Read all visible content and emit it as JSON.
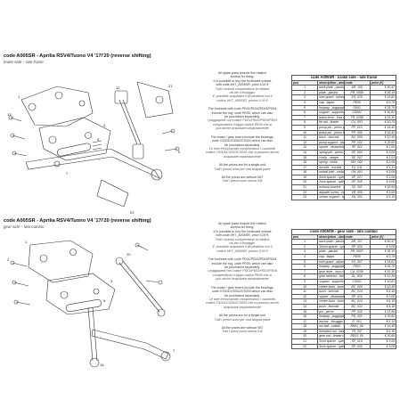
{
  "upper": {
    "title": "code A005SR - Aprilia RSV4/Tuono V4 '17/'20 (reverse shifting)",
    "subtitle": "brake side – late frame",
    "notes": [
      [
        "All spare parts include the relative",
        "screws for fixing.",
        "It is possible to buy the footboard screws",
        "with code #HT_A005SR, price 5,00 €",
        "Tutti i ricambi comprendono la relativa",
        "viti per il fissaggio.",
        "E' possibile acquistare il kit pedalina con il",
        "codice #HT_A005SR, prezzo 5,00 €"
      ],
      [
        "The footrests with code PD01/PD02/PD03/PD04",
        "include the rug, code PE05, which can also",
        "be purchased separately.",
        "I poggiapiedi con codice PD01/PD02/PD03/PD04",
        "comprendono il tappo codice PE05 che si",
        "può anche acquistare separatamente"
      ],
      [
        "The brake / gear levers include the bearings,",
        "code CS001/CS002/CS003 which can also",
        "be purchased separately.",
        "Le leve freno/cambio comprendono i cuscinetti",
        "codice CS001/CS002/CS003 che si possono anche",
        "acquistare separatamente"
      ],
      [
        "All the prices are for a single unit",
        "Tutti i prezzi sono per una singola parte"
      ],
      [
        "All the prices are without VAT",
        "Tutti i prezzi sono senza IVA"
      ]
    ],
    "table": {
      "title": "code A005SR - brake side - late frame",
      "headers": [
        "pos",
        "description - descrizione",
        "code",
        "price (€)"
      ],
      "rows": [
        [
          "1",
          "back plate - piastrina",
          "AR_108",
          "€ 50,47"
        ],
        [
          "2",
          "plate - piastra",
          "PR_0068",
          "€ 35,19"
        ],
        [
          "3",
          "heel guard - tallonera",
          "ES_029",
          "€ 15,82"
        ],
        [
          "4",
          "cap - tappo",
          "PE05",
          "€ 0,79"
        ],
        [
          "5",
          "footpeg - poggiapiedi",
          "PD01",
          "€ 25,76"
        ],
        [
          "6",
          "support - supporto",
          "CS002",
          "€ 10,81"
        ],
        [
          "7",
          "brake lever - leva freno",
          "FR_0398",
          "€ 51,30"
        ],
        [
          "8",
          "tie rod - tirante",
          "CU_003",
          "€ 10,75"
        ],
        [
          "9",
          "pump pin - perno pompa",
          "PP_010",
          "€ 14,42"
        ],
        [
          "10",
          "brake pin - perno freno",
          "PP_006",
          "€ 14,42"
        ],
        [
          "11",
          "bush - boccola",
          "BC_006",
          "€ 12,36"
        ],
        [
          "12",
          "pump support - portapompa",
          "PP_032",
          "€ 20,00"
        ],
        [
          "13",
          "spacer - distanziale",
          "SP_012",
          "€ 2,06"
        ],
        [
          "14",
          "spring pin - perno a molla",
          "SP_063",
          "€ 3,09"
        ],
        [
          "15",
          "circlip - seeger",
          "SE_007",
          "€ 1,03"
        ],
        [
          "16",
          "spring - molla",
          "MO_002",
          "€ 2,06"
        ],
        [
          "17",
          "forcella - forcella",
          "FO_011",
          "€ 5,15"
        ],
        [
          "18",
          "uniball joint - uniball",
          "UN_001",
          "€ 3,09"
        ],
        [
          "19",
          "5mm spacer - spessore 5mm",
          "SP_027",
          "€ 3,09"
        ],
        [
          "20",
          "3mm spacer - spessore 3mm",
          "SP_028",
          "€ 3,09"
        ],
        [
          "21",
          "exhaust bracket - staffa scarico",
          "SS_002",
          "€ 18,54"
        ],
        [
          "22",
          "adjuster screw - vite regolaz.",
          "VR_005",
          "€ 3,09"
        ],
        [
          "23",
          "sensor support - supporto",
          "SN_001",
          "€ 6,18"
        ]
      ]
    }
  },
  "lower": {
    "title": "code A005SR - Aprilia RSV4/Tuono V4 '17/'20 (reverse shifting)",
    "subtitle": "gear side – lato cambio",
    "notes": [
      [
        "All spare parts include the relative",
        "screws for fixing.",
        "It is possible to buy the footboard screws",
        "with code #HT_A005SR, price 5,00 €",
        "Tutti i ricambi comprendono la relativa",
        "viti per il fissaggio.",
        "E' possibile acquistare il kit pedalina con il",
        "codice #HT_A005SR, prezzo 5,00 €"
      ],
      [
        "The footrests with code PD01/PD02/PD03/PD04",
        "include the rug, code PE05, which can also",
        "be purchased separately.",
        "I poggiapiedi con codice PD01/PD02/PD03/PD04",
        "comprendono il tappo codice PE05 che si",
        "può anche acquistare separatamente"
      ],
      [
        "The brake / gear levers include the bearings,",
        "code CS001/CS002/CS003 which can also",
        "be purchased separately.",
        "Le leve freno/cambio comprendono i cuscinetti",
        "codice CS001/CS002/CS003 che si possono anche",
        "acquistare separatamente"
      ],
      [
        "All the prices are for a single unit",
        "Tutti i prezzi sono per una singola parte"
      ],
      [
        "All the prices are without VAT",
        "Tutti i prezzi sono senza IVA"
      ]
    ],
    "table": {
      "title": "code A005SR - gear side - lato cambio",
      "headers": [
        "pos",
        "description - descrizione",
        "code",
        "price (€)"
      ],
      "rows": [
        [
          "1",
          "back plate - piastrina",
          "AR_107",
          "€ 50,47"
        ],
        [
          "2",
          "10mm spacer - spessore 10mm",
          "SP_024",
          "€ 3,09"
        ],
        [
          "3",
          "plate - piastra",
          "PR_0067",
          "€ 35,19"
        ],
        [
          "4",
          "cap - tappo",
          "PE05",
          "€ 0,79"
        ],
        [
          "5",
          "heel guard - tallonera",
          "ES_007",
          "€ 15,82"
        ],
        [
          "6",
          "footpeg - poggiapiedi",
          "PD01",
          "€ 25,76"
        ],
        [
          "7",
          "gear lever - leva cambio",
          "CA_0299",
          "€ 51,30"
        ],
        [
          "8",
          "gear selector - selettore",
          "SL_004",
          "€ 12,36"
        ],
        [
          "9",
          "support - supporto",
          "CS002",
          "€ 10,81"
        ],
        [
          "10",
          "centre bush - boccola",
          "BC_005",
          "€ 12,36"
        ],
        [
          "11",
          "bush - boccola",
          "BC_014",
          "€ 6,18"
        ],
        [
          "12",
          "spacer - distanziale",
          "SP_016",
          "€ 2,06"
        ],
        [
          "13",
          "centre bush - boccola",
          "BC_013",
          "€ 6,18"
        ],
        [
          "14",
          "bush - boccola",
          "BC_012",
          "€ 6,18"
        ],
        [
          "15",
          "pin - perno",
          "PP_025",
          "€ 12,36"
        ],
        [
          "16",
          "footpeg - poggiapiedi",
          "PD_002",
          "€ 20,60"
        ],
        [
          "17",
          "anchor - fissaggio",
          "FI_001",
          "€ 5,15"
        ],
        [
          "18",
          "uni ball - uniball",
          "BN01_56",
          "€ 15,45"
        ],
        [
          "19",
          "threaded rod - barra filettata",
          "TR_007",
          "€ 6,18"
        ],
        [
          "20",
          "gear rod - tirante cambio",
          "RD01_56",
          "€ 20,60"
        ],
        [
          "21",
          "3mm spacer - spessore 3mm",
          "SP_019",
          "€ 3,09"
        ],
        [
          "22",
          "6mm spacer - spessore 6mm",
          "SP_020",
          "€ 3,09"
        ]
      ]
    }
  }
}
